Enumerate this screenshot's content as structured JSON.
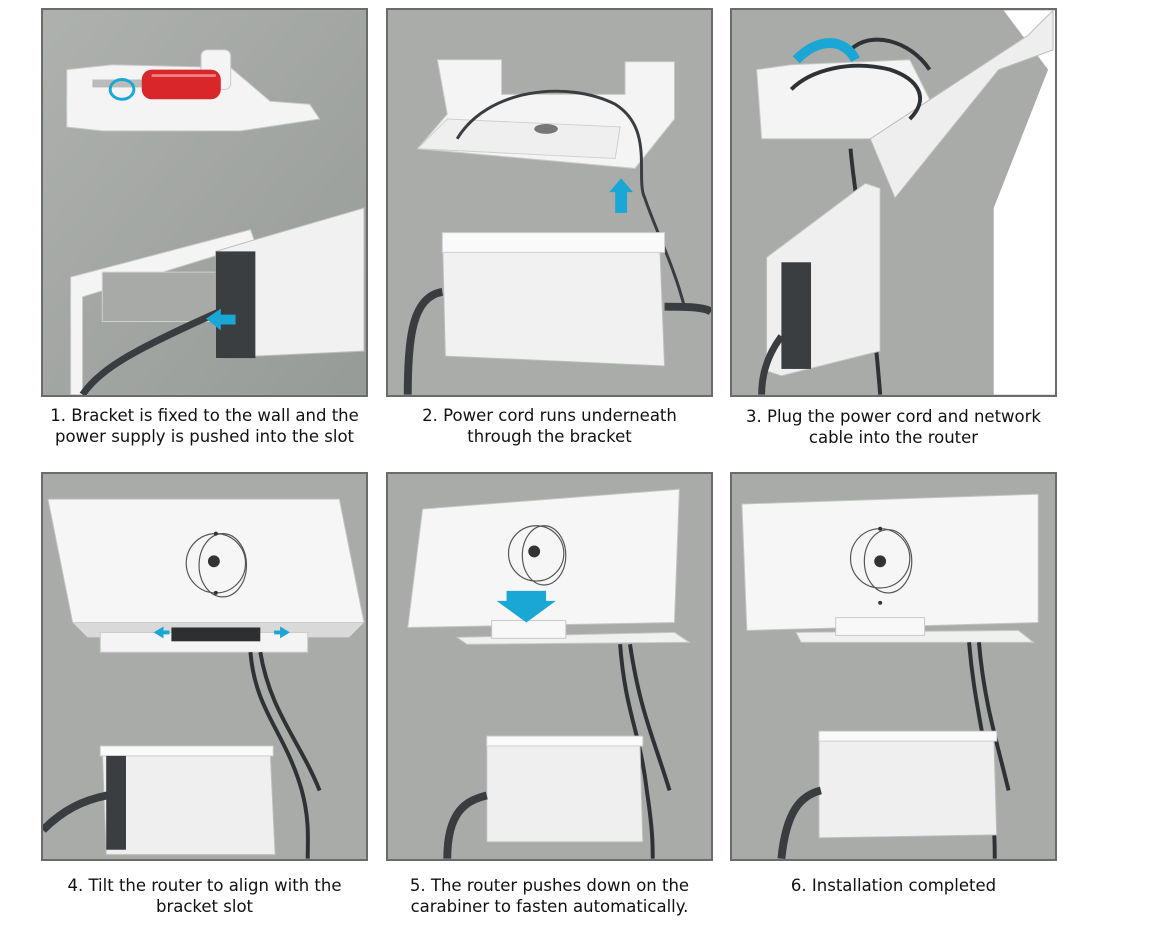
{
  "steps": [
    {
      "line1": "1. Bracket is fixed to the wall and the",
      "line2": "power supply is pushed into the slot"
    },
    {
      "line1": "2. Power cord runs underneath",
      "line2": "through the bracket"
    },
    {
      "line1": "3. Plug the power cord and network",
      "line2": "cable into the router"
    },
    {
      "line1": "4. Tilt the router to align with the",
      "line2": "bracket slot"
    },
    {
      "line1": "5. The router pushes down on the",
      "line2": "carabiner to fasten automatically."
    },
    {
      "line1": "6. Installation completed",
      "line2": ""
    }
  ],
  "colors": {
    "wall": "#a7aaa6",
    "bracket": "#f4f4f4",
    "cable": "#3a3d40",
    "arrow": "#1aa7d6",
    "screwdriver": "#d8262b"
  }
}
